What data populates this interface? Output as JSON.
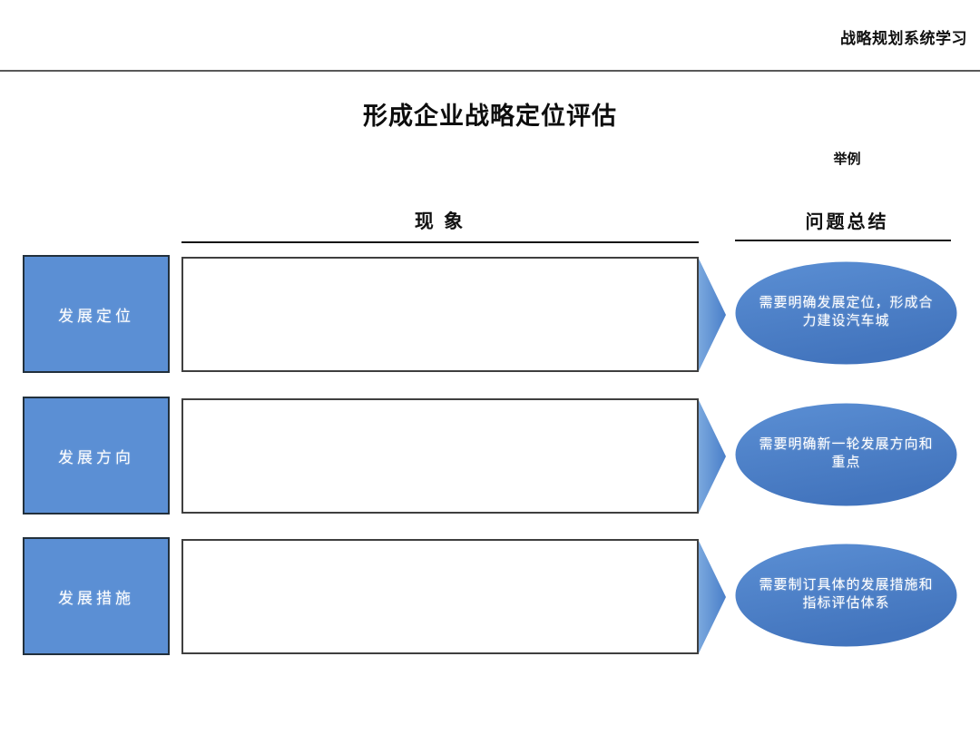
{
  "header": {
    "title": "战略规划系统学习"
  },
  "slide": {
    "title": "形成企业战略定位评估",
    "example_label": "举例"
  },
  "columns": {
    "phenomenon": "现 象",
    "summary": "问题总结"
  },
  "colors": {
    "accent_blue": "#5b8fd4",
    "ellipse_blue": "#4a7fc9",
    "arrow_blue": "#5b8fd4",
    "box_border": "#3f3f3f",
    "rule_gray": "#595959",
    "text_dark": "#111111"
  },
  "rows": [
    {
      "category": "发展定位",
      "phenomenon": "",
      "summary": "需要明确发展定位，形成合力建设汽车城"
    },
    {
      "category": "发展方向",
      "phenomenon": "",
      "summary": "需要明确新一轮发展方向和重点"
    },
    {
      "category": "发展措施",
      "phenomenon": "",
      "summary": "需要制订具体的发展措施和指标评估体系"
    }
  ]
}
